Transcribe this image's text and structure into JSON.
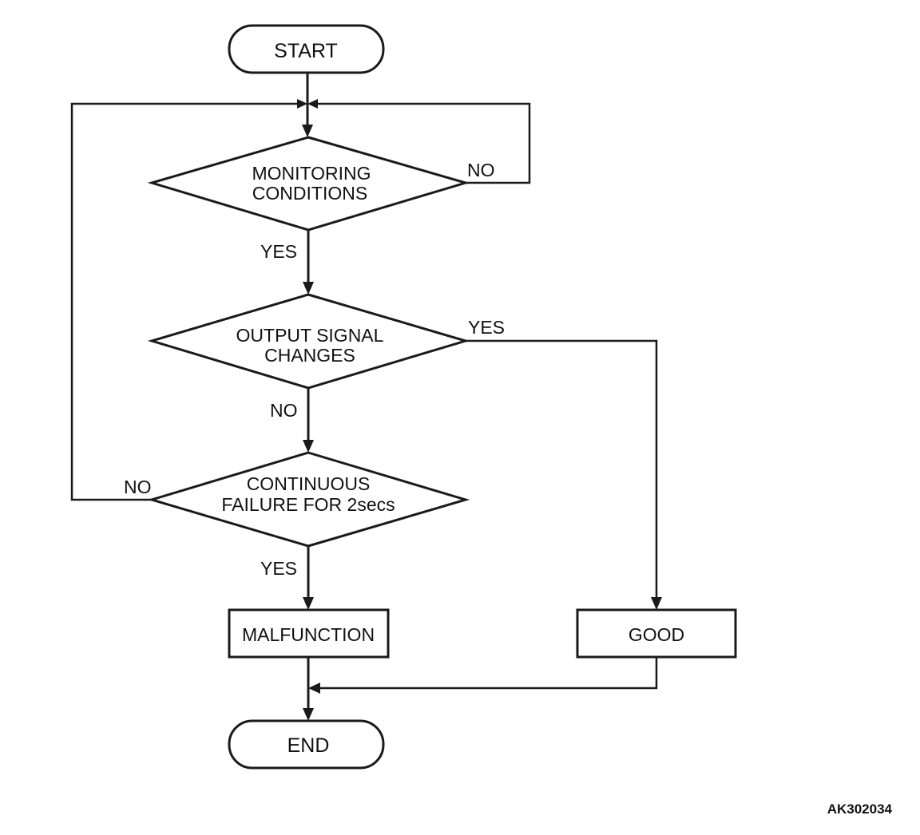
{
  "terminals": {
    "start": "START",
    "end": "END"
  },
  "decisions": {
    "monitoring": [
      "MONITORING",
      "CONDITIONS"
    ],
    "output_signal": [
      "OUTPUT SIGNAL",
      "CHANGES"
    ],
    "continuous_failure": [
      "CONTINUOUS",
      "FAILURE FOR 2secs"
    ]
  },
  "processes": {
    "malfunction": "MALFUNCTION",
    "good": "GOOD"
  },
  "branch_labels": {
    "monitoring_yes": "YES",
    "monitoring_no": "NO",
    "output_yes": "YES",
    "output_no": "NO",
    "failure_yes": "YES",
    "failure_no": "NO"
  },
  "figure_code": "AK302034"
}
